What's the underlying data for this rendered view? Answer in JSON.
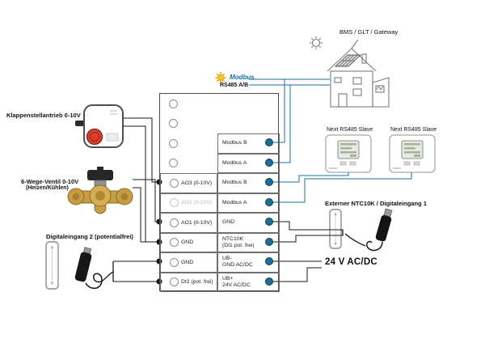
{
  "labels": {
    "damper": "Klappenstellantrieb 0-10V",
    "valve_line1": "6-Wege-Ventil 0-10V",
    "valve_line2": "(Heizen/Kühlen)",
    "digital_input_2": "Digitaleingang 2 (potentialfrei)",
    "bms": "BMS / GLT / Gateway",
    "modbus": "Modbus",
    "rs485": "RS485 A/B",
    "slave_1": "Next RS485 Slave",
    "slave_2": "Next RS485 Slave",
    "external_ntc": "Externer NTC10K / Digitaleingang 1",
    "power": "24 V AC/DC"
  },
  "terminal_block": {
    "left_rows": {
      "4": "AO3 (0-10V)",
      "5": "AO2 (0-10V)",
      "6": "AO1 (0-10V)",
      "7": "GND",
      "8": "GND",
      "9": "DI2 (pot. frei)"
    },
    "right_rows": {
      "2": {
        "l1": "Modbus B"
      },
      "3": {
        "l1": "Modbus A"
      },
      "4": {
        "l1": "Modbus B"
      },
      "5": {
        "l1": "Modbus A"
      },
      "6": {
        "l1": "GND"
      },
      "7": {
        "l1": "NTC10K",
        "l2": "(DI1 pot. frei)"
      },
      "8": {
        "l1": "UB-",
        "l2": "GND AC/DC"
      },
      "9": {
        "l1": "UB+",
        "l2": "24V AC/DC"
      }
    }
  },
  "colors": {
    "wire": "#1a1a1a",
    "modbus_wire": "#186f9e",
    "terminal_blue": "#1d6e95",
    "modbus_text": "#1a6fa5",
    "star_yellow": "#f6c91f"
  }
}
